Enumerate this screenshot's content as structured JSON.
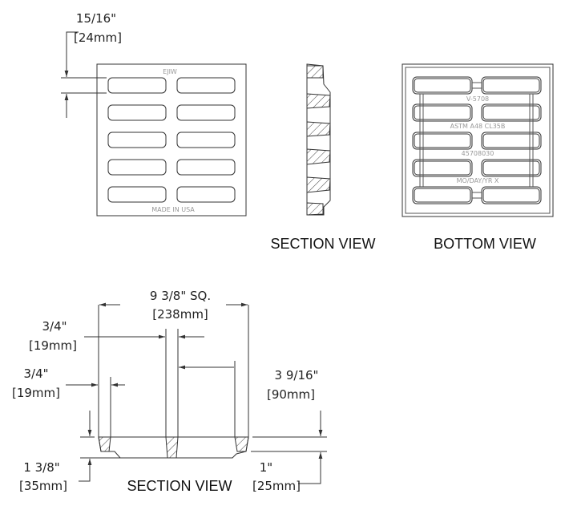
{
  "top_view": {
    "dim_in": "15/16\"",
    "dim_mm": "[24mm]",
    "cast_top": "EJIW",
    "cast_bottom": "MADE IN USA"
  },
  "section_view_side": {
    "label": "SECTION VIEW"
  },
  "bottom_view": {
    "label": "BOTTOM VIEW",
    "marks": [
      "V-5708",
      "ASTM A48 CL35B",
      "45708030",
      "MO/DAY/YR    X"
    ]
  },
  "bottom_section": {
    "label": "SECTION VIEW",
    "overall_in": "9 3/8\" SQ.",
    "overall_mm": "[238mm]",
    "bar_in": "3/4\"",
    "bar_mm": "[19mm]",
    "edge_in": "3/4\"",
    "edge_mm": "[19mm]",
    "spacing_in": "3 9/16\"",
    "spacing_mm": "[90mm]",
    "depth_in": "1 3/8\"",
    "depth_mm": "[35mm]",
    "rim_in": "1\"",
    "rim_mm": "[25mm]"
  }
}
